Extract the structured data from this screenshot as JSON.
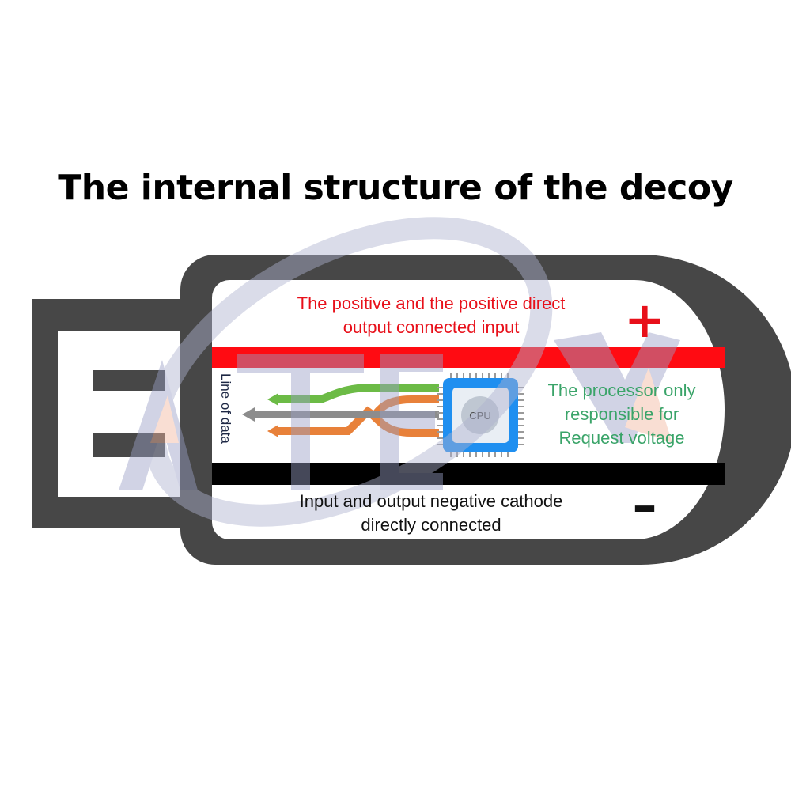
{
  "title": "The internal structure of the decoy",
  "positive": {
    "line1": "The positive and the positive direct",
    "line2": "output connected input",
    "sign": "+"
  },
  "negative": {
    "line1": "Input and output negative cathode",
    "line2": "directly connected",
    "sign": "–"
  },
  "processor": {
    "line1": "The processor only",
    "line2": "responsible for",
    "line3": "Request voltage",
    "chip_label": "CPU"
  },
  "data_line_label": "Line of data",
  "colors": {
    "casing": "#474747",
    "positive": "#e8101a",
    "negative": "#000000",
    "processor_text": "#3aa469",
    "chip": "#1f8ff0",
    "arrow_green": "#6cbb46",
    "arrow_orange": "#e8813a",
    "arrow_gray": "#8c8c8c",
    "watermark": "#c5c7de"
  },
  "icons": [
    "cpu-chip-icon",
    "usb-connector-icon",
    "watermark-logo-icon"
  ]
}
